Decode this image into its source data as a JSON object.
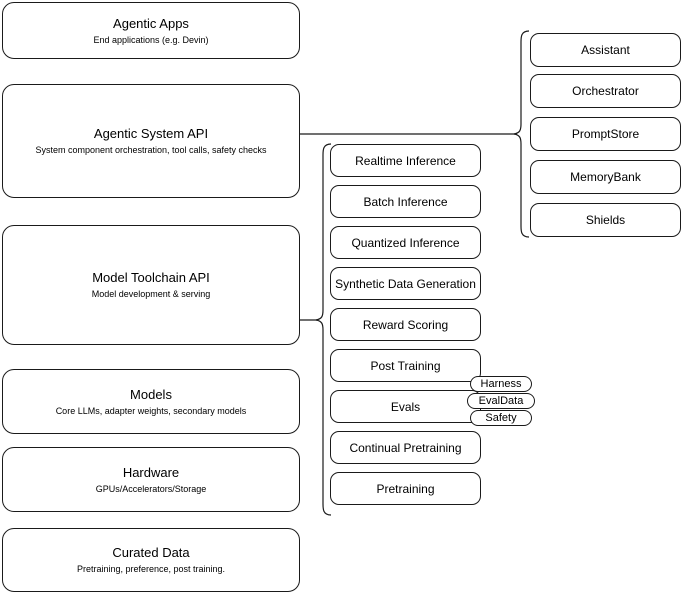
{
  "diagram": {
    "title": "Agentic AI stack layers",
    "stroke_color": "#1a1a1a",
    "background_color": "#ffffff"
  },
  "layers": [
    {
      "name": "agentic-apps",
      "title": "Agentic Apps",
      "subtitle": "End applications (e.g. Devin)"
    },
    {
      "name": "agentic-system-api",
      "title": "Agentic System API",
      "subtitle": "System component orchestration, tool calls, safety checks"
    },
    {
      "name": "model-toolchain-api",
      "title": "Model Toolchain API",
      "subtitle": "Model development & serving"
    },
    {
      "name": "models",
      "title": "Models",
      "subtitle": "Core LLMs, adapter weights, secondary models"
    },
    {
      "name": "hardware",
      "title": "Hardware",
      "subtitle": "GPUs/Accelerators/Storage"
    },
    {
      "name": "curated-data",
      "title": "Curated Data",
      "subtitle": "Pretraining, preference, post training."
    }
  ],
  "toolchain_components": [
    {
      "name": "realtime-inference",
      "label": "Realtime Inference"
    },
    {
      "name": "batch-inference",
      "label": "Batch Inference"
    },
    {
      "name": "quantized-inference",
      "label": "Quantized Inference"
    },
    {
      "name": "synthetic-data-generation",
      "label": "Synthetic Data Generation"
    },
    {
      "name": "reward-scoring",
      "label": "Reward Scoring"
    },
    {
      "name": "post-training",
      "label": "Post Training"
    },
    {
      "name": "evals",
      "label": "Evals"
    },
    {
      "name": "continual-pretraining",
      "label": "Continual Pretraining"
    },
    {
      "name": "pretraining",
      "label": "Pretraining"
    }
  ],
  "eval_badges": [
    {
      "name": "harness",
      "label": "Harness"
    },
    {
      "name": "evaldata",
      "label": "EvalData"
    },
    {
      "name": "safety",
      "label": "Safety"
    }
  ],
  "system_components": [
    {
      "name": "assistant",
      "label": "Assistant"
    },
    {
      "name": "orchestrator",
      "label": "Orchestrator"
    },
    {
      "name": "promptstore",
      "label": "PromptStore"
    },
    {
      "name": "memorybank",
      "label": "MemoryBank"
    },
    {
      "name": "shields",
      "label": "Shields"
    }
  ]
}
